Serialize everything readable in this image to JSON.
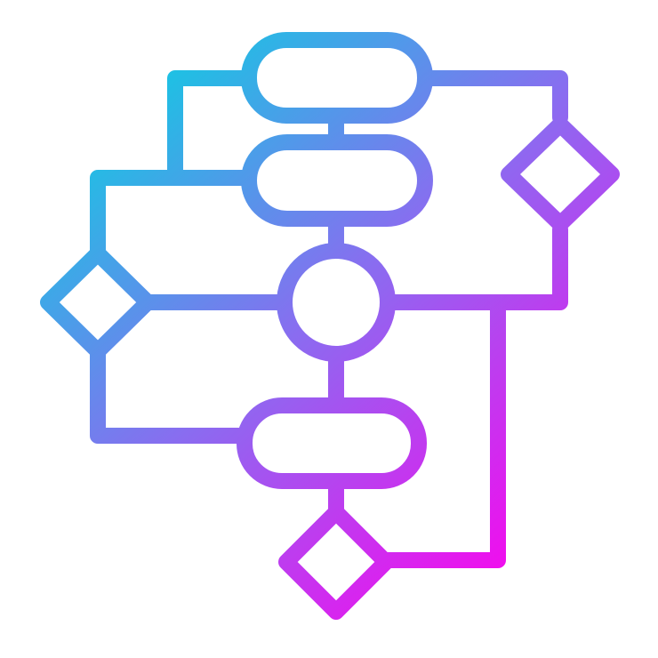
{
  "icon": {
    "name": "flowchart-icon",
    "style": "outline",
    "background": "#ffffff",
    "gradient": {
      "start": "#00d8e0",
      "middle": "#8a6cf0",
      "end": "#ff00ee"
    },
    "shapes": {
      "process_boxes": 3,
      "decision_diamonds": 3,
      "circle_nodes": 1
    }
  }
}
